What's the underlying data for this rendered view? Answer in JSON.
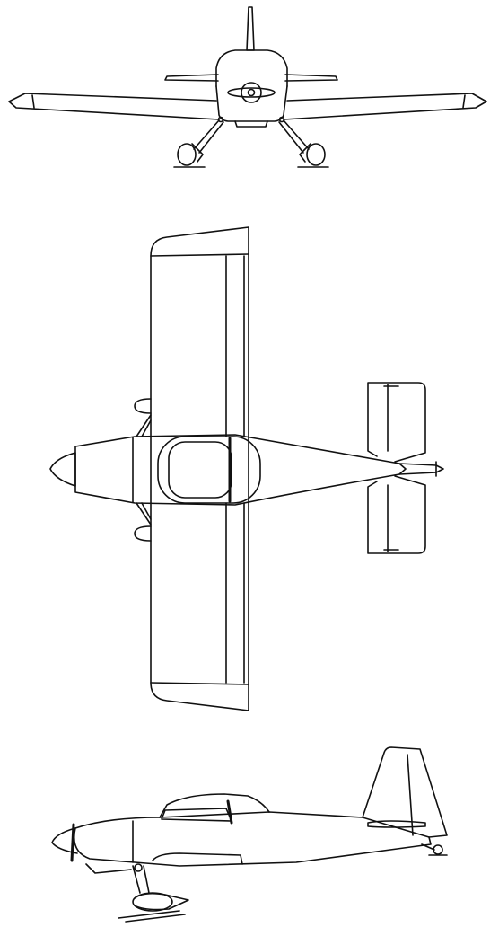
{
  "diagram": {
    "views": [
      "front-view",
      "top-view",
      "side-view"
    ]
  },
  "colors": {
    "line": "#111111",
    "background": "#ffffff"
  }
}
